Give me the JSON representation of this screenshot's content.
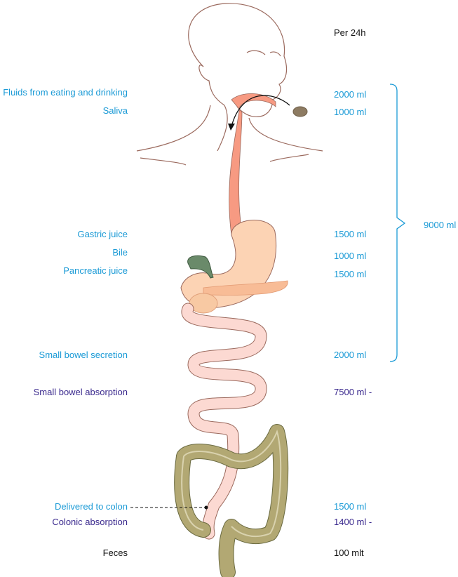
{
  "header": {
    "period": "Per 24h"
  },
  "colors": {
    "secretion": "#1a9ad6",
    "absorption": "#3b2a8e",
    "neutral": "#111111"
  },
  "rows": [
    {
      "label": "Fluids from eating and drinking",
      "value": "2000 ml",
      "kind": "secretion"
    },
    {
      "label": "Saliva",
      "value": "1000 ml",
      "kind": "secretion"
    },
    {
      "label": "Gastric juice",
      "value": "1500 ml",
      "kind": "secretion"
    },
    {
      "label": "Bile",
      "value": "1000 ml",
      "kind": "secretion"
    },
    {
      "label": "Pancreatic juice",
      "value": "1500 ml",
      "kind": "secretion"
    },
    {
      "label": "Small bowel secretion",
      "value": "2000 ml",
      "kind": "secretion"
    },
    {
      "label": "Small bowel absorption",
      "value": "7500 ml -",
      "kind": "absorption"
    },
    {
      "label": "Delivered to colon",
      "value": "1500 ml",
      "kind": "secretion"
    },
    {
      "label": "Colonic absorption",
      "value": "1400 ml -",
      "kind": "absorption"
    },
    {
      "label": "Feces",
      "value": "100 mlt",
      "kind": "neutral"
    }
  ],
  "total": {
    "value": "9000 ml"
  }
}
